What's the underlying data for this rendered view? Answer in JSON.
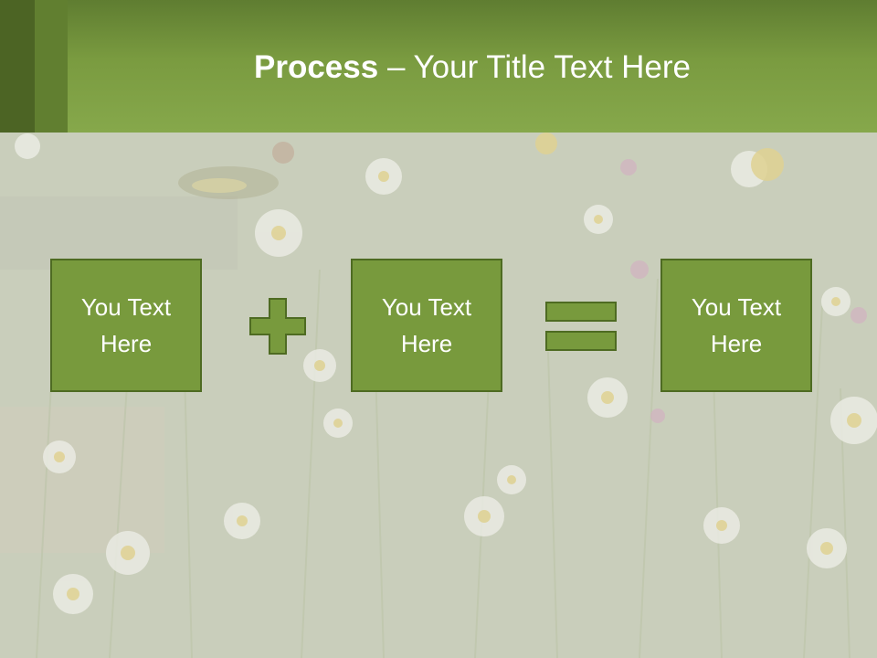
{
  "slide": {
    "title_bold": "Process",
    "title_rest": " – Your Title Text Here",
    "boxes": [
      {
        "text": "You Text\nHere"
      },
      {
        "text": "You Text\nHere"
      },
      {
        "text": "You Text\nHere"
      }
    ],
    "operators": [
      "plus-icon",
      "equals-icon"
    ],
    "colors": {
      "header": "#86a84b",
      "box_fill": "#789a3d",
      "box_border": "#4e6b22",
      "text": "#ffffff"
    }
  }
}
